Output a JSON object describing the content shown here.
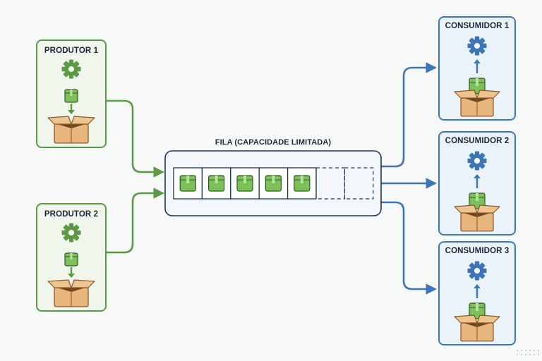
{
  "colors": {
    "producer": "#5b9a45",
    "producer_fill": "#f1f6ec",
    "consumer": "#3c76b8",
    "consumer_fill": "#eaf2fa",
    "queue_stroke": "#1f3554",
    "queue_fill": "#f3f7fc",
    "box": "#e8b57c",
    "box_dark": "#8a5a2c",
    "package": "#7cc05a"
  },
  "producers": [
    {
      "label": "PRODUTOR 1"
    },
    {
      "label": "PRODUTOR 2"
    }
  ],
  "queue": {
    "title": "FILA  (CAPACIDADE LIMITADA)",
    "filled_slots": 5,
    "empty_slots": 2
  },
  "consumers": [
    {
      "label": "CONSUMIDOR 1"
    },
    {
      "label": "CONSUMIDOR 2"
    },
    {
      "label": "CONSUMIDOR 3"
    }
  ],
  "icons": {
    "producer": [
      "gear-icon",
      "package-icon",
      "down-arrow-icon",
      "open-box-icon"
    ],
    "consumer": [
      "gear-icon",
      "up-arrow-icon",
      "package-icon",
      "open-box-icon"
    ]
  }
}
